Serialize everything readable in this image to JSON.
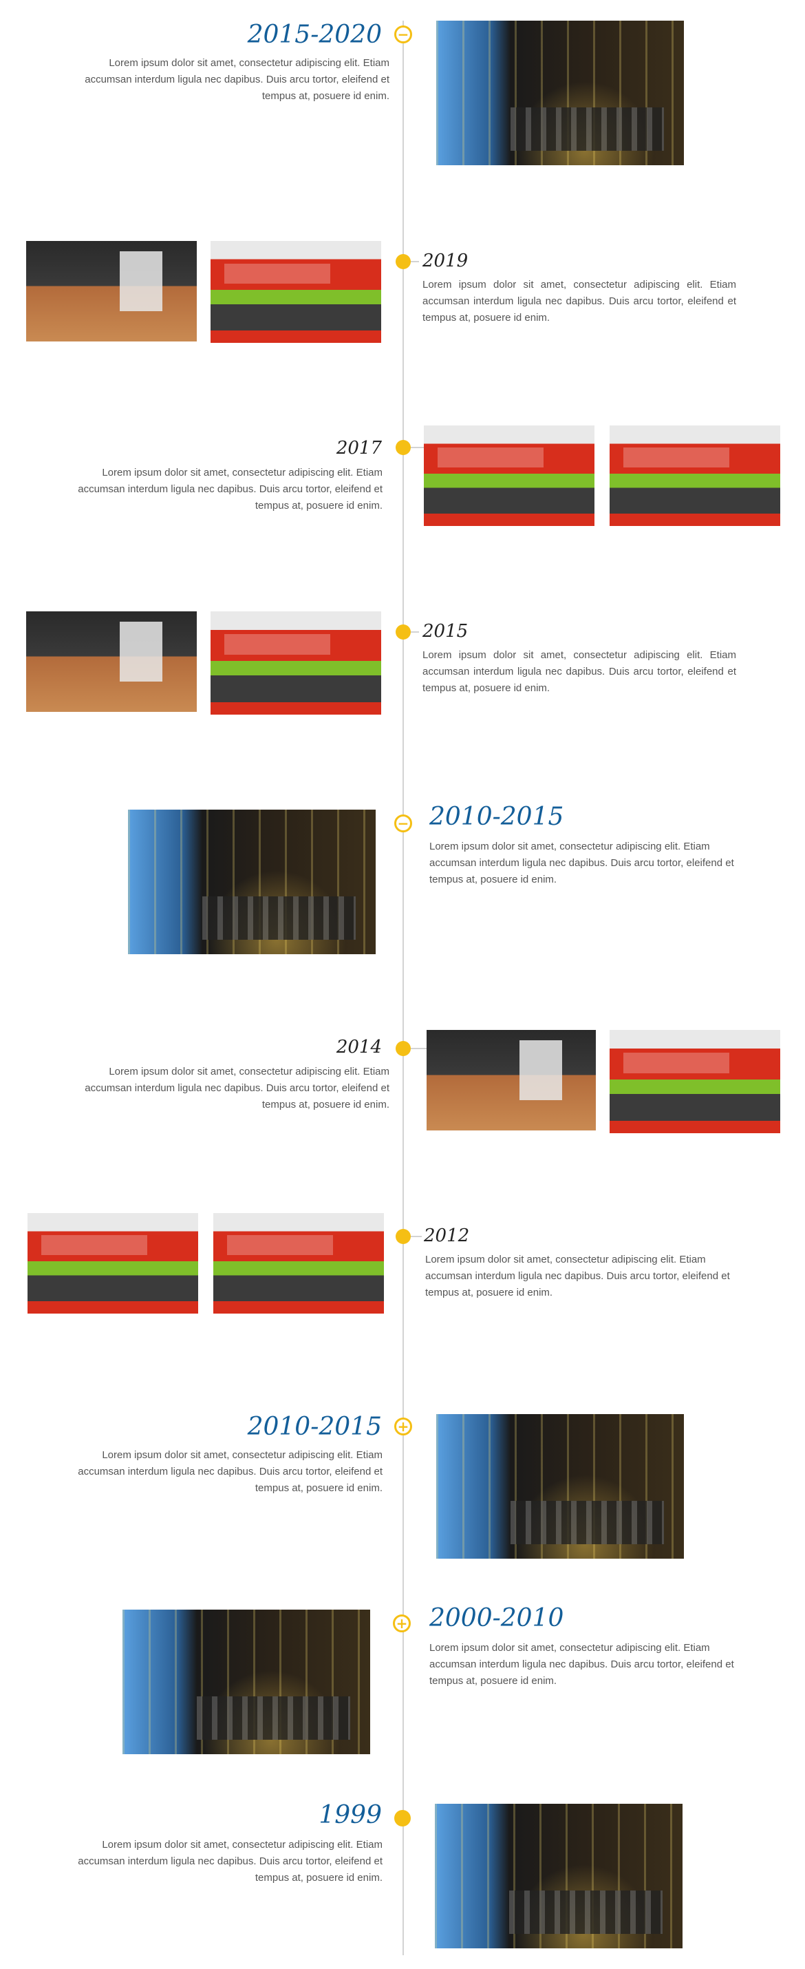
{
  "timeline": {
    "desc_text": "Lorem ipsum dolor sit amet, consectetur adipiscing elit. Etiam accumsan interdum ligula nec dapibus. Duis arcu tortor, eleifend et tempus at, posuere id enim.",
    "accent_color": "#f5bf14",
    "title_color": "#135e99",
    "entries": [
      {
        "year": "2015-2020",
        "marker": "minus"
      },
      {
        "year": "2019",
        "marker": "dot"
      },
      {
        "year": "2017",
        "marker": "dot"
      },
      {
        "year": "2015",
        "marker": "dot"
      },
      {
        "year": "2010-2015",
        "marker": "minus"
      },
      {
        "year": "2014",
        "marker": "dot"
      },
      {
        "year": "2012",
        "marker": "dot"
      },
      {
        "year": "2010-2015",
        "marker": "plus"
      },
      {
        "year": "2000-2010",
        "marker": "plus"
      },
      {
        "year": "1999",
        "marker": "dot"
      }
    ],
    "marker_glyphs": {
      "minus": "−",
      "plus": "+"
    }
  }
}
